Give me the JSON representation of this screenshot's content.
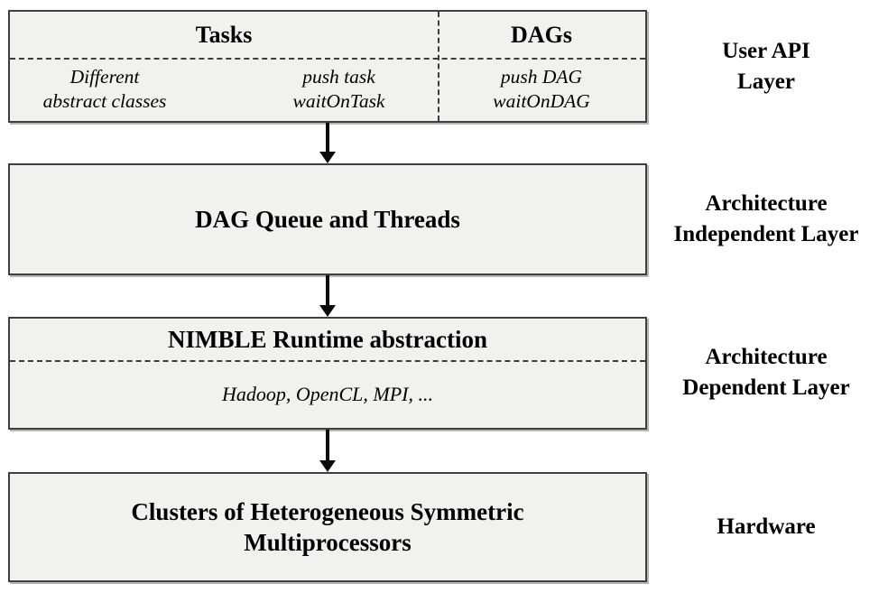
{
  "colors": {
    "box_fill": "#f1f1ef",
    "box_border": "#3f3f3f",
    "arrow": "#0a0a0a",
    "text": "#000000"
  },
  "user_api": {
    "tasks_header": "Tasks",
    "dags_header": "DAGs",
    "tasks_classes_line1": "Different",
    "tasks_classes_line2": "abstract classes",
    "tasks_api_line1": "push task",
    "tasks_api_line2": "waitOnTask",
    "dags_api_line1": "push DAG",
    "dags_api_line2": "waitOnDAG"
  },
  "arch_independent": {
    "title": "DAG Queue and Threads"
  },
  "arch_dependent": {
    "title": "NIMBLE Runtime abstraction",
    "implementations": "Hadoop, OpenCL, MPI, ..."
  },
  "hardware": {
    "title_line1": "Clusters of Heterogeneous Symmetric",
    "title_line2": "Multiprocessors"
  },
  "side_labels": {
    "user_api_line1": "User API",
    "user_api_line2": "Layer",
    "arch_independent_line1": "Architecture",
    "arch_independent_line2": "Independent Layer",
    "arch_dependent_line1": "Architecture",
    "arch_dependent_line2": "Dependent Layer",
    "hardware": "Hardware"
  }
}
